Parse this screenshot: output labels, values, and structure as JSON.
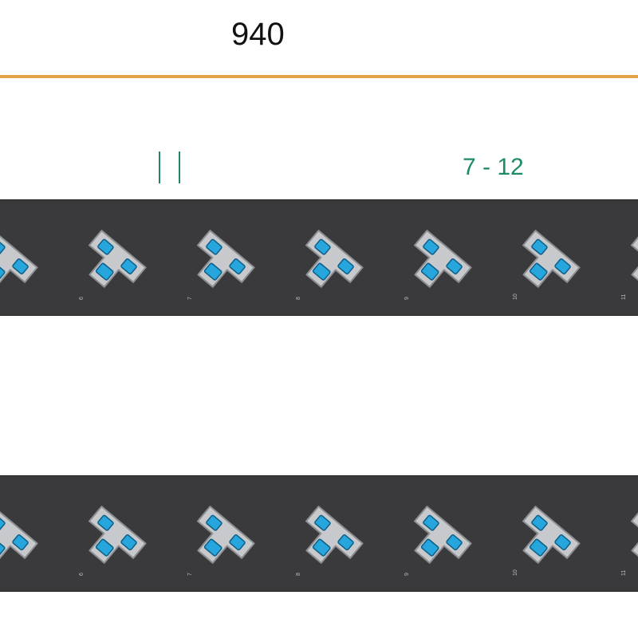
{
  "dimension": {
    "value": "940",
    "line_color": "#e3a14a"
  },
  "group_divider": {
    "symbol": "| |",
    "color": "#1e8a6a"
  },
  "port_group": {
    "label": "7 - 12",
    "color": "#1e8a6a"
  },
  "panel": {
    "strip_color": "#3a3a3c",
    "port_body_color": "#c7c9cc",
    "port_outline_color": "#8d8f92",
    "slot_color": "#27a6dd",
    "slot_outline_color": "#0d5f86",
    "port_number_color": "#bdbdbd",
    "port_icon": "t-shaped-fiber-adapter-icon"
  },
  "strips": [
    {
      "name": "top-patch-strip",
      "port_numbers": [
        "",
        "6",
        "7",
        "8",
        "9",
        "10",
        "11"
      ]
    },
    {
      "name": "bottom-patch-strip",
      "port_numbers": [
        "",
        "6",
        "7",
        "8",
        "9",
        "10",
        "11"
      ]
    }
  ]
}
